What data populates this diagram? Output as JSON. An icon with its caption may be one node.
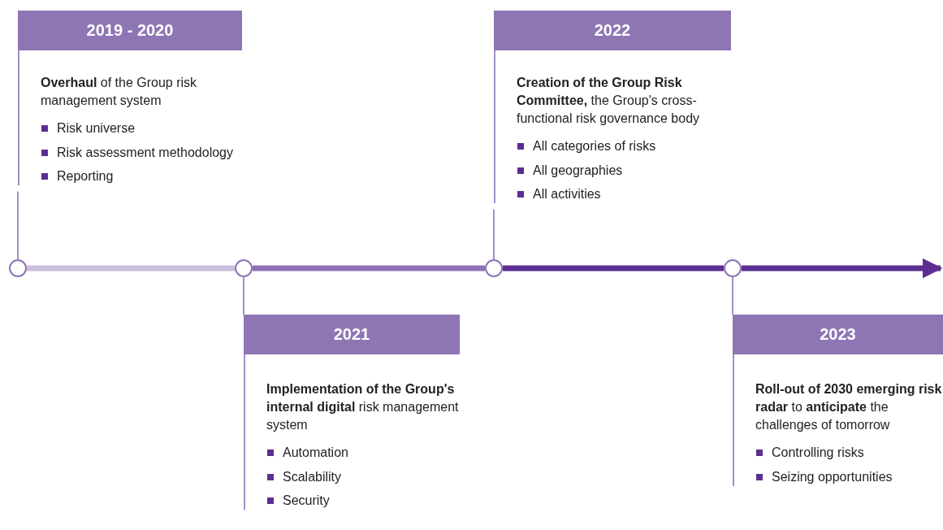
{
  "diagram": {
    "nodes": [
      {
        "text": [
          "2019 - 2020",
          "**Overhaul** of the Group risk management system",
          "Risk universe",
          "Risk assessment methodology",
          "Reporting"
        ]
      },
      {
        "text": [
          "2022",
          "**Creation of the Group Risk Committee,** the Group's cross-functional risk governance body",
          "All categories of risks",
          "All geographies",
          "All activities"
        ]
      },
      {
        "text": [],
        "shape": "circle"
      },
      {
        "text": [],
        "shape": "circle"
      },
      {
        "text": [],
        "shape": "circle"
      },
      {
        "text": [],
        "shape": "circle"
      },
      {
        "text": [
          "2021",
          "**Implementation of the Group's internal digital** risk management system",
          "Automation",
          "Scalability",
          "Security"
        ]
      },
      {
        "text": [
          "2023",
          "**Roll-out of 2030 emerging risk radar** to **anticipate** the challenges of tomorrow",
          "Controlling risks",
          "Seizing opportunities"
        ]
      }
    ],
    "edges": [
      {
        "from": 2,
        "to": 3,
        "arrow": "none",
        "style": "thick",
        "color": "#cbbfdd"
      },
      {
        "from": 3,
        "to": 4,
        "arrow": "none",
        "style": "thick",
        "color": "#8f72b6"
      },
      {
        "from": 4,
        "to": 5,
        "arrow": "none",
        "style": "thick",
        "color": "#5c2e92"
      },
      {
        "from": 5,
        "to": null,
        "arrow": "to",
        "style": "thick",
        "color": "#5c2e92"
      },
      {
        "from": 0,
        "to": 2,
        "arrow": "none",
        "color": "#a58fc8"
      },
      {
        "from": 6,
        "to": 3,
        "arrow": "none",
        "color": "#a58fc8"
      },
      {
        "from": 1,
        "to": 4,
        "arrow": "none",
        "color": "#a58fc8"
      },
      {
        "from": 7,
        "to": 5,
        "arrow": "none",
        "color": "#a58fc8"
      }
    ]
  }
}
